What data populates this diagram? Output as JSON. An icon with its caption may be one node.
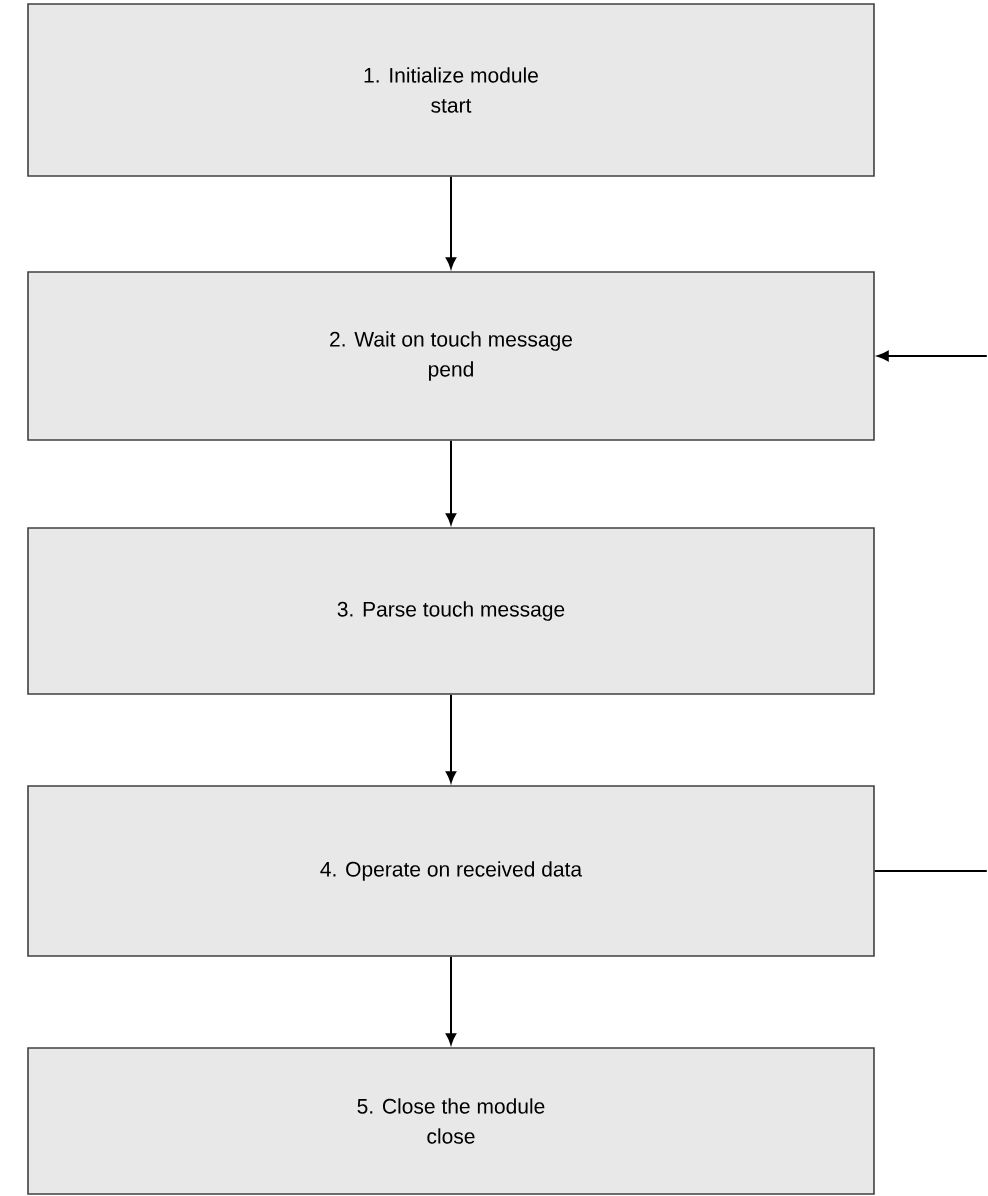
{
  "diagram": {
    "nodes": [
      {
        "text": [
          "1. Initialize module",
          "start"
        ]
      },
      {
        "text": [
          "2. Wait on touch message",
          "pend"
        ]
      },
      {
        "text": [
          "3. Parse touch message"
        ]
      },
      {
        "text": [
          "4. Operate on received data"
        ]
      },
      {
        "text": [
          "5. Close the module",
          "close"
        ]
      }
    ],
    "edges": [
      {
        "from": 0,
        "to": 1,
        "arrow": "to"
      },
      {
        "from": 1,
        "to": 2,
        "arrow": "to"
      },
      {
        "from": 2,
        "to": 3,
        "arrow": "to"
      },
      {
        "from": 3,
        "to": 4,
        "arrow": "to"
      },
      {
        "from": null,
        "to": 1,
        "arrow": "to"
      },
      {
        "from": 3,
        "to": null,
        "arrow": "none"
      }
    ]
  }
}
